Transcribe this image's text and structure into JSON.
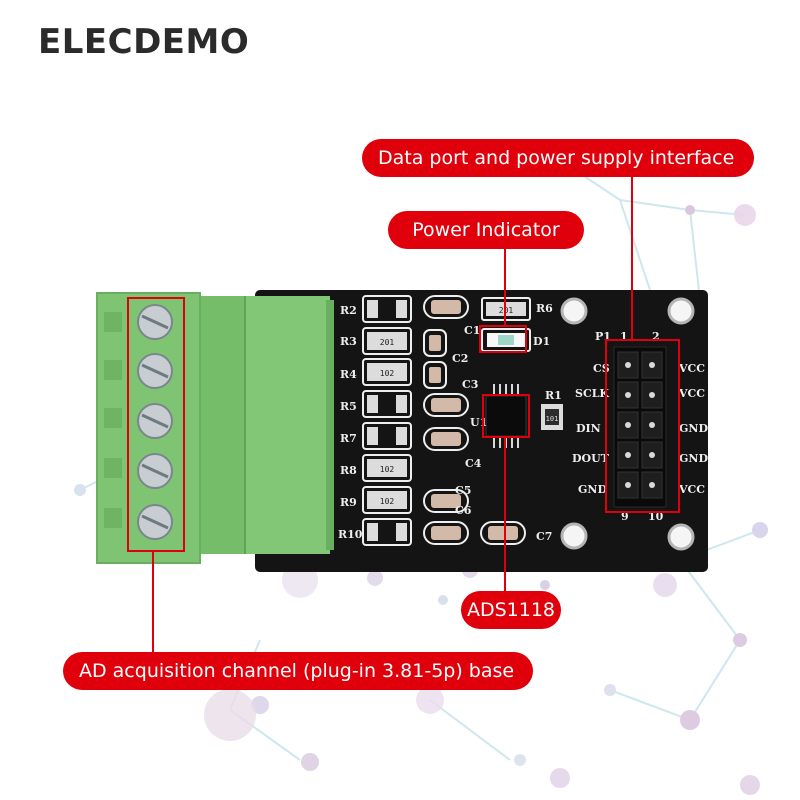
{
  "brand": "ELECDEMO",
  "callouts": {
    "data_port": "Data port and power supply interface",
    "power_indicator": "Power Indicator",
    "ads": "ADS1118",
    "ad_channel": "AD acquisition channel (plug-in 3.81-5p) base"
  },
  "board": {
    "resistor_labels": [
      "R2",
      "R3",
      "R4",
      "R5",
      "R7",
      "R8",
      "R9",
      "R10"
    ],
    "cap_labels": [
      "C1",
      "C2",
      "C3",
      "C4",
      "C5",
      "C6",
      "C7"
    ],
    "other_labels": [
      "R6",
      "D1",
      "U1",
      "R1",
      "P1",
      "1",
      "2",
      "9",
      "10"
    ],
    "header_pins": [
      "CS",
      "VCC",
      "SCLK",
      "VCC",
      "DIN",
      "GND",
      "DOUT",
      "GND",
      "GND",
      "VCC"
    ],
    "smd_codes": [
      "201",
      "102",
      "102",
      "102",
      "101",
      "201"
    ]
  },
  "colors": {
    "accent": "#e0000c",
    "pcb": "#141414",
    "terminal": "#7fc472",
    "decor_node": "#d8c8dc",
    "decor_line": "#cde7ef"
  }
}
